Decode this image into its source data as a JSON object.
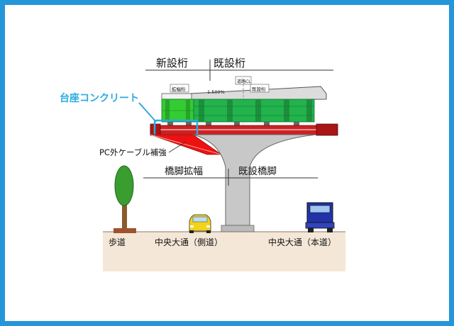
{
  "figure": {
    "frame_color": "#2596d8",
    "labels": {
      "new_girder": "新設桁",
      "existing_girder": "既設桁",
      "base_concrete": "台座コンクリート",
      "widening_girder_tag": "拡幅桁",
      "existing_girder_tag": "既設桁",
      "road_cl_tag": "道路CL",
      "slope": "1.500%",
      "pc_cable": "PC外ケーブル補強",
      "pier_widening": "橋脚拡幅",
      "existing_pier": "既設橋脚",
      "sidewalk": "歩道",
      "side_road": "中央大通（側道）",
      "main_road": "中央大通（本道）"
    },
    "colors": {
      "new_girder": "#33cc33",
      "existing_girder": "#22aa44",
      "pier": "#c8c8c8",
      "cap_beam": "#cc2222",
      "pc_cable_wedge": "#ee1111",
      "ground": "#f4e7d7",
      "base_concrete_highlight": "#29abe2",
      "car": "#f2d21a",
      "truck": "#2233aa",
      "tree": "#3a9d2f"
    }
  }
}
